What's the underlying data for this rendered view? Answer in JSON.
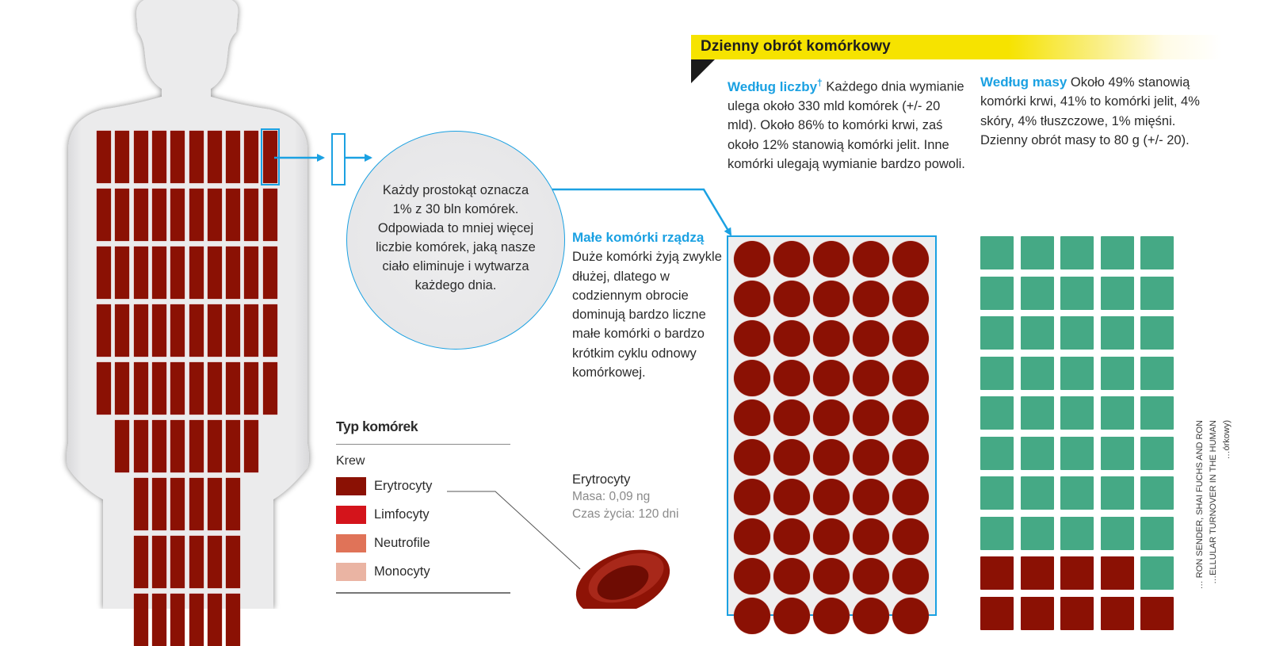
{
  "body_figure": {
    "grid_rows": [
      10,
      10,
      10,
      10,
      10,
      8,
      6,
      6,
      6
    ],
    "highlighted_cell": {
      "row": 1,
      "col": 10
    },
    "cell_color": "#8b1104"
  },
  "bubble": {
    "text": "Każdy prostokąt oznacza 1% z 30 bln komórek. Odpowiada to mniej więcej liczbie komórek, jaką nasze ciało eliminuje i wytwarza każdego dnia."
  },
  "banner": {
    "title": "Dzienny obrót komórkowy"
  },
  "by_count": {
    "lead": "Według liczby",
    "lead_mark": "†",
    "text": " Każdego dnia wymianie ulega około 330 mld komórek (+/- 20 mld). Około 86% to komórki krwi, zaś około 12% stanowią komórki jelit. Inne komórki ulegają wymianie bardzo powoli."
  },
  "by_mass": {
    "lead": "Według masy",
    "text": " Około 49% stanowią komórki krwi, 41% to komórki jelit, 4% skóry, 4% tłuszczowe, 1% mięśni. Dzienny obrót masy to 80 g (+/- 20)."
  },
  "small_cells": {
    "lead": "Małe komórki rządzą",
    "text": " Duże komórki żyją zwykle dłużej, dlatego w codziennym obrocie dominują bardzo liczne małe komórki o bardzo krótkim cyklu odnowy komórkowej."
  },
  "legend": {
    "title": "Typ komórek",
    "group": "Krew",
    "items": [
      {
        "label": "Erytrocyty",
        "color": "#8b1104"
      },
      {
        "label": "Limfocyty",
        "color": "#d4141b"
      },
      {
        "label": "Neutrofile",
        "color": "#e07358"
      },
      {
        "label": "Monocyty",
        "color": "#eab4a3"
      }
    ]
  },
  "erythrocyte_info": {
    "title": "Erytrocyty",
    "mass": "Masa: 0,09 ng",
    "lifespan": "Czas życia: 120 dni"
  },
  "count_chart": {
    "columns": 5,
    "visible_rows": 10,
    "color": "#8b1104"
  },
  "mass_chart": {
    "columns": 5,
    "rows": [
      [
        "g",
        "g",
        "g",
        "g",
        "g"
      ],
      [
        "g",
        "g",
        "g",
        "g",
        "g"
      ],
      [
        "g",
        "g",
        "g",
        "g",
        "g"
      ],
      [
        "g",
        "g",
        "g",
        "g",
        "g"
      ],
      [
        "g",
        "g",
        "g",
        "g",
        "g"
      ],
      [
        "g",
        "g",
        "g",
        "g",
        "g"
      ],
      [
        "g",
        "g",
        "g",
        "g",
        "g"
      ],
      [
        "g",
        "g",
        "g",
        "g",
        "g"
      ],
      [
        "r",
        "r",
        "r",
        "r",
        "g"
      ],
      [
        "r",
        "r",
        "r",
        "r",
        "r"
      ]
    ],
    "colors": {
      "g": "#45a985",
      "r": "#8b1104"
    }
  },
  "source": {
    "lines": [
      "… RON SENDER, SHAI FUCHS AND RON",
      "…ELLULAR TURNOVER IN THE HUMAN",
      "…órkowy)"
    ]
  },
  "colors": {
    "accent_blue": "#1ba1e2",
    "banner_yellow": "#f6e300",
    "silhouette": "#e8e8e9"
  }
}
